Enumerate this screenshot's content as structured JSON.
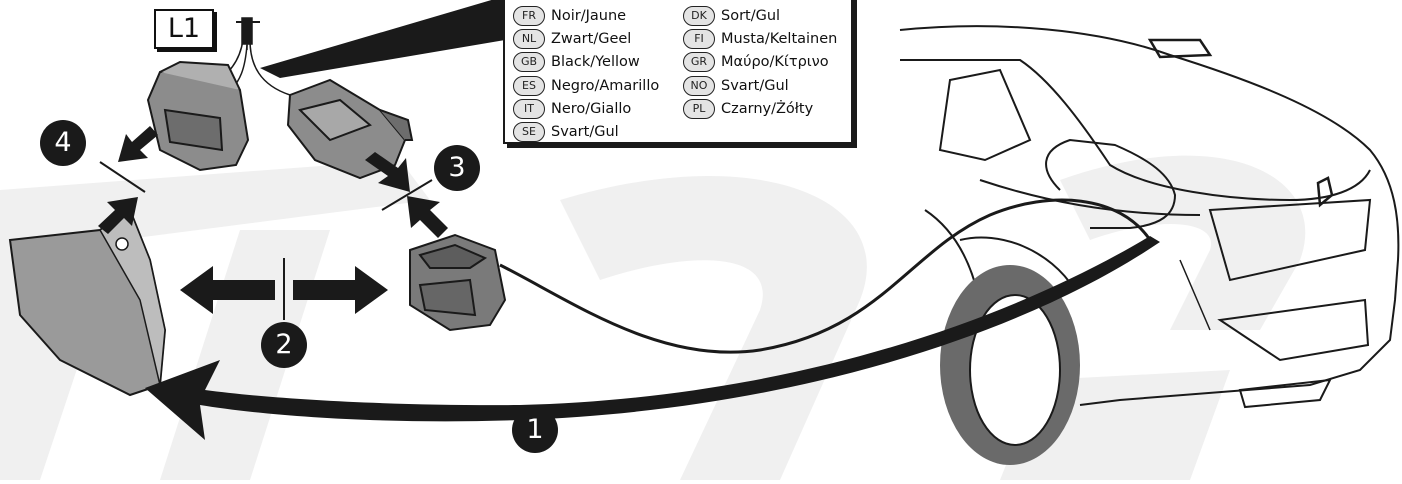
{
  "connector_label": "L1",
  "steps": {
    "one": "1",
    "two": "2",
    "three": "3",
    "four": "4"
  },
  "legend": {
    "left": [
      {
        "code": "FR",
        "name": "Noir/Jaune"
      },
      {
        "code": "NL",
        "name": "Zwart/Geel"
      },
      {
        "code": "GB",
        "name": "Black/Yellow"
      },
      {
        "code": "ES",
        "name": "Negro/Amarillo"
      },
      {
        "code": "IT",
        "name": "Nero/Giallo"
      },
      {
        "code": "SE",
        "name": "Svart/Gul"
      }
    ],
    "right": [
      {
        "code": "DK",
        "name": "Sort/Gul"
      },
      {
        "code": "FI",
        "name": "Musta/Keltainen"
      },
      {
        "code": "GR",
        "name": "Μαύρο/Κίτρινο"
      },
      {
        "code": "NO",
        "name": "Svart/Gul"
      },
      {
        "code": "PL",
        "name": "Czarny/Żółty"
      }
    ]
  },
  "colors": {
    "ink": "#1a1a1a",
    "lamp": "#9a9a9a",
    "connector": "#7a7a7a",
    "watermark": "#f0f0f0"
  }
}
